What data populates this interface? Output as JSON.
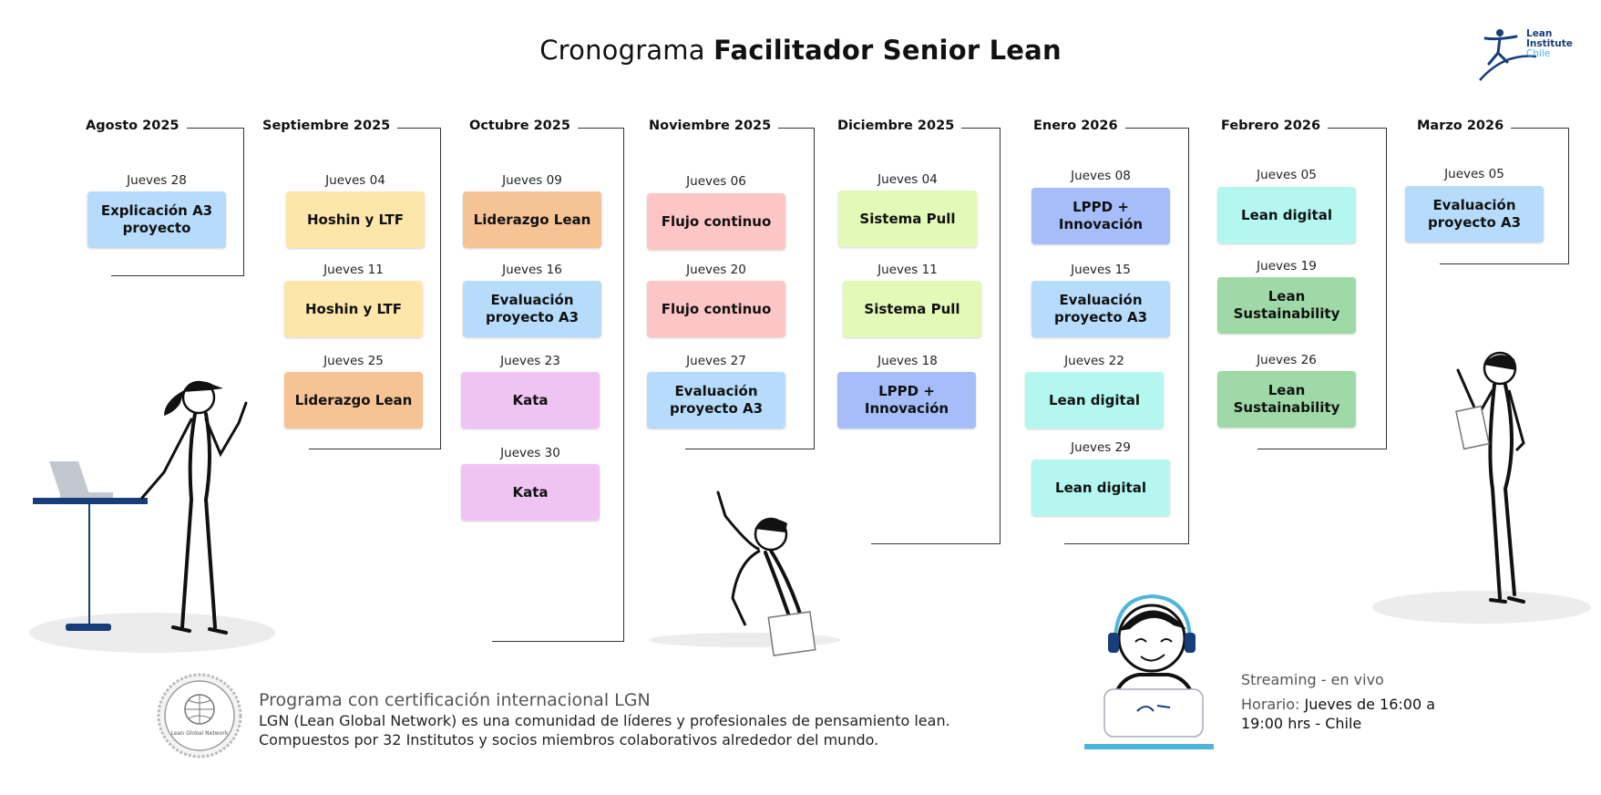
{
  "header": {
    "title_light": "Cronograma",
    "title_bold": "Facilitador Senior Lean"
  },
  "logo": {
    "line1": "Lean",
    "line2": "Institute",
    "line3": "Chile",
    "icon": "lean-institute-figure-icon"
  },
  "months": [
    {
      "name": "Agosto 2025",
      "sessions": [
        {
          "date": "Jueves 28",
          "label": "Explicación A3 proyecto",
          "color": "#b7dbfb"
        }
      ]
    },
    {
      "name": "Septiembre 2025",
      "sessions": [
        {
          "date": "Jueves 04",
          "label": "Hoshin y LTF",
          "color": "#fde6aa"
        },
        {
          "date": "Jueves 11",
          "label": "Hoshin y LTF",
          "color": "#fde6aa"
        },
        {
          "date": "Jueves 25",
          "label": "Liderazgo Lean",
          "color": "#f6c395"
        }
      ]
    },
    {
      "name": "Octubre 2025",
      "sessions": [
        {
          "date": "Jueves 09",
          "label": "Liderazgo Lean",
          "color": "#f6c395"
        },
        {
          "date": "Jueves 16",
          "label": "Evaluación proyecto A3",
          "color": "#b7dbfb"
        },
        {
          "date": "Jueves 23",
          "label": "Kata",
          "color": "#efc4f3"
        },
        {
          "date": "Jueves 30",
          "label": "Kata",
          "color": "#efc4f3"
        }
      ]
    },
    {
      "name": "Noviembre 2025",
      "sessions": [
        {
          "date": "Jueves 06",
          "label": "Flujo continuo",
          "color": "#fcc6c6"
        },
        {
          "date": "Jueves 20",
          "label": "Flujo continuo",
          "color": "#fcc6c6"
        },
        {
          "date": "Jueves 27",
          "label": "Evaluación proyecto A3",
          "color": "#b7dbfb"
        }
      ]
    },
    {
      "name": "Diciembre 2025",
      "sessions": [
        {
          "date": "Jueves 04",
          "label": "Sistema Pull",
          "color": "#e2f9b8"
        },
        {
          "date": "Jueves 11",
          "label": "Sistema Pull",
          "color": "#e2f9b8"
        },
        {
          "date": "Jueves 18",
          "label": "LPPD + Innovación",
          "color": "#a6bdfa"
        }
      ]
    },
    {
      "name": "Enero 2026",
      "sessions": [
        {
          "date": "Jueves 08",
          "label": "LPPD + Innovación",
          "color": "#a6bdfa"
        },
        {
          "date": "Jueves 15",
          "label": "Evaluación proyecto A3",
          "color": "#b7dbfb"
        },
        {
          "date": "Jueves 22",
          "label": "Lean digital",
          "color": "#b4f7f1"
        },
        {
          "date": "Jueves 29",
          "label": "Lean digital",
          "color": "#b4f7f1"
        }
      ]
    },
    {
      "name": "Febrero 2026",
      "sessions": [
        {
          "date": "Jueves 05",
          "label": "Lean digital",
          "color": "#b4f7f1"
        },
        {
          "date": "Jueves 19",
          "label": "Lean Sustainability",
          "color": "#a0d9a8"
        },
        {
          "date": "Jueves 26",
          "label": "Lean Sustainability",
          "color": "#a0d9a8"
        }
      ]
    },
    {
      "name": "Marzo 2026",
      "sessions": [
        {
          "date": "Jueves 05",
          "label": "Evaluación proyecto A3",
          "color": "#b7dbfb"
        }
      ]
    }
  ],
  "certification": {
    "seal_text": "Lean Global Network",
    "title": "Programa con certificación internacional LGN",
    "body": "LGN (Lean Global Network) es una comunidad de líderes y profesionales de pensamiento lean. Compuestos por 32 Institutos y socios miembros colaborativos alrededor del mundo."
  },
  "schedule": {
    "streaming": "Streaming - en vivo",
    "horario_label": "Horario:",
    "horario_value": "Jueves de 16:00 a 19:00 hrs - Chile"
  },
  "illustrations": {
    "left": "woman-laptop-figure-icon",
    "center": "pointing-figure-icon",
    "headset": "headset-figure-icon",
    "right": "clipboard-figure-icon"
  }
}
